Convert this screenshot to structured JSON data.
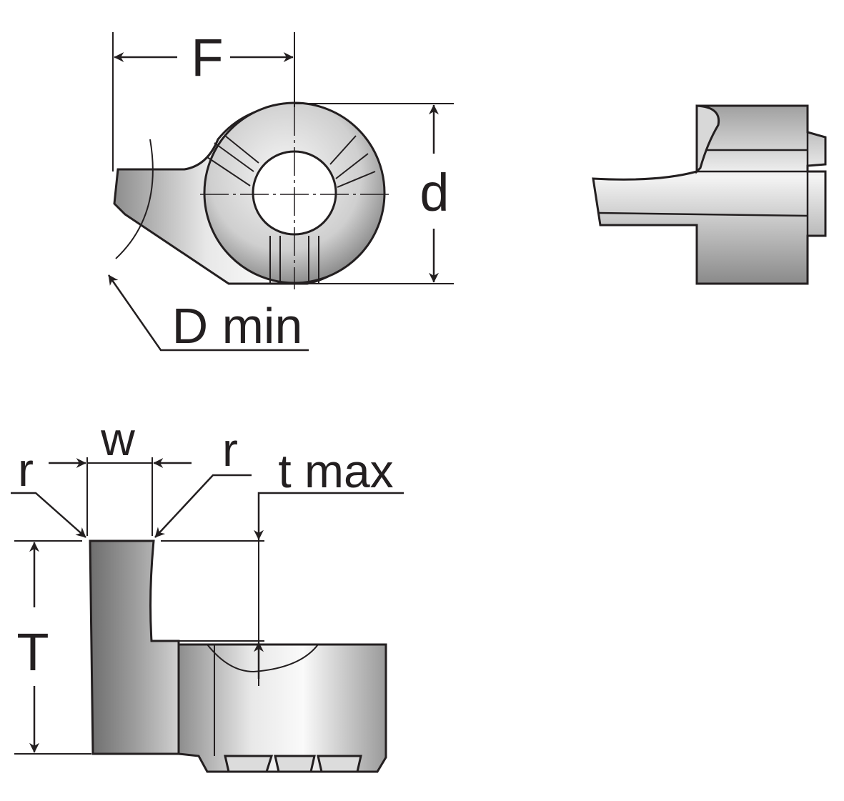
{
  "title": "Grooving insert dimension drawing",
  "labels": {
    "F": "F",
    "d": "d",
    "D_min": "D min",
    "w": "w",
    "r_left": "r",
    "r_right": "r",
    "t_max": "t max",
    "T": "T"
  },
  "colors": {
    "line": "#231f20",
    "steel_light": "#f4f4f4",
    "steel_dark": "#8a8a8a",
    "side_dark": "#7c7c7c"
  }
}
